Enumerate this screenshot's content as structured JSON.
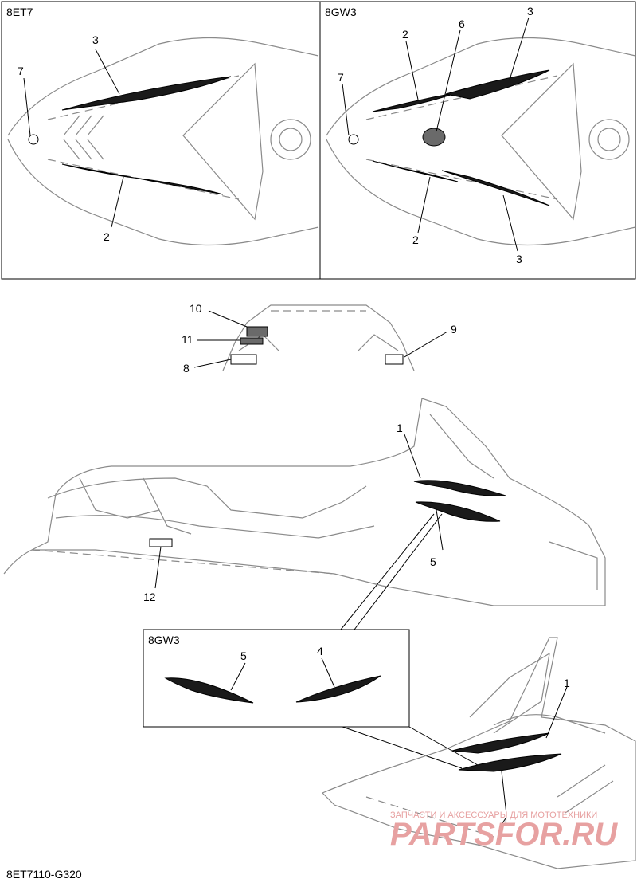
{
  "panels": {
    "top_left": {
      "code": "8ET7",
      "callouts": [
        "3",
        "7",
        "2"
      ]
    },
    "top_right": {
      "code": "8GW3",
      "callouts": [
        "2",
        "6",
        "3",
        "7",
        "2",
        "3"
      ]
    },
    "rear_view": {
      "callouts": [
        "10",
        "11",
        "8",
        "9"
      ]
    },
    "side_view": {
      "callouts": [
        "1",
        "5",
        "12"
      ]
    },
    "inset": {
      "code": "8GW3",
      "callouts": [
        "5",
        "4"
      ]
    },
    "bottom_view": {
      "callouts": [
        "1",
        "4"
      ]
    }
  },
  "watermark": {
    "line1": "ЗАПЧАСТИ И АКСЕССУАРЫ ДЛЯ МОТОТЕХНИКИ",
    "line2": "PARTSFOR.RU"
  },
  "figure_code": "8ET7110-G320"
}
